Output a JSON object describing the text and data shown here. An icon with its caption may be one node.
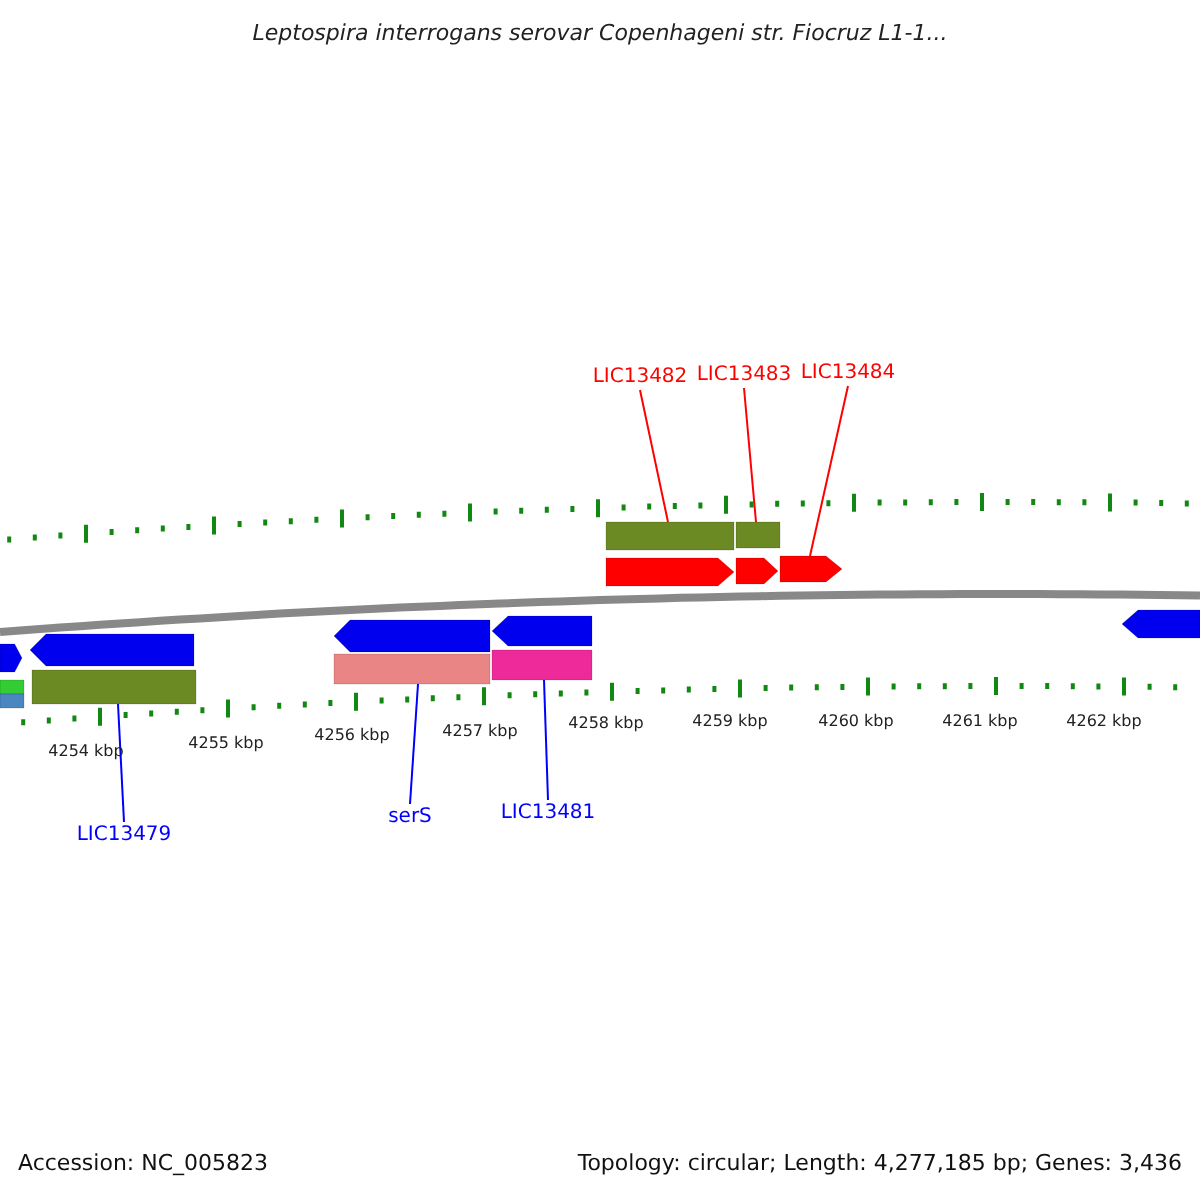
{
  "diagram": {
    "title": "Leptospira interrogans serovar Copenhageni str. Fiocruz L1-1...",
    "nodes": [
      {
        "text": [
          "LIC13482"
        ]
      },
      {
        "text": [
          "LIC13483"
        ]
      },
      {
        "text": [
          "LIC13484"
        ]
      },
      {
        "text": [
          "LIC13479"
        ]
      },
      {
        "text": [
          "serS"
        ]
      },
      {
        "text": [
          "LIC13481"
        ]
      },
      {
        "text": [],
        "shape": "bar"
      },
      {
        "text": [],
        "shape": "bar"
      },
      {
        "text": [],
        "shape": "pentagon"
      },
      {
        "text": [],
        "shape": "pentagon"
      },
      {
        "text": [],
        "shape": "pentagon"
      },
      {
        "text": [],
        "shape": "pentagon"
      },
      {
        "text": [],
        "shape": "pentagon"
      },
      {
        "text": [],
        "shape": "bar"
      },
      {
        "text": [],
        "shape": "bar"
      },
      {
        "text": [],
        "shape": "bar"
      },
      {
        "text": [],
        "shape": "pentagon"
      },
      {
        "text": [],
        "shape": "pentagon"
      },
      {
        "text": [],
        "shape": "bar"
      },
      {
        "text": [],
        "shape": "bar"
      },
      {
        "text": [],
        "shape": "pentagon"
      }
    ],
    "edges": [
      {
        "from": 0,
        "to": 6,
        "arrow": "none",
        "color": "#ff0000"
      },
      {
        "from": 1,
        "to": 7,
        "arrow": "none",
        "color": "#ff0000"
      },
      {
        "from": 2,
        "to": 10,
        "arrow": "none",
        "color": "#ff0000"
      },
      {
        "from": 3,
        "to": 15,
        "arrow": "none",
        "color": "#0000ff"
      },
      {
        "from": 4,
        "to": 18,
        "arrow": "none",
        "color": "#0000ff"
      },
      {
        "from": 5,
        "to": 19,
        "arrow": "none",
        "color": "#0000ff"
      }
    ],
    "labels": [
      "4254 kbp",
      "4255 kbp",
      "4256 kbp",
      "4257 kbp",
      "4258 kbp",
      "4259 kbp",
      "4260 kbp",
      "4261 kbp",
      "4262 kbp",
      "Accession: NC_005823",
      "Topology: circular; Length: 4,277,185 bp; Genes: 3,436"
    ]
  }
}
